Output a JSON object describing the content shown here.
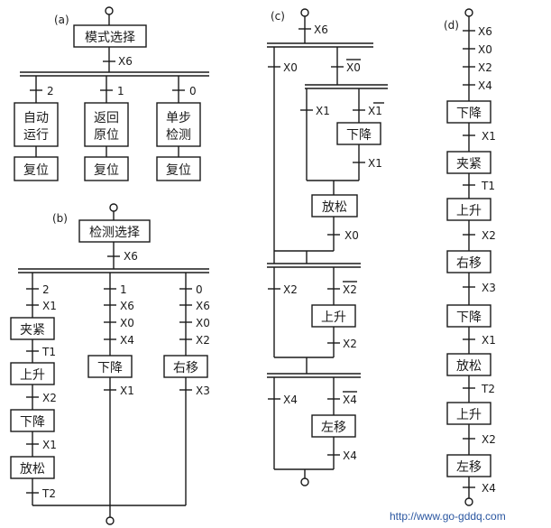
{
  "panels": {
    "a": {
      "label": "(a)",
      "top_step": "模式选择",
      "top_transition": "X6",
      "branches": [
        {
          "condition": "2",
          "step": [
            "自动",
            "运行"
          ],
          "reset": "复位"
        },
        {
          "condition": "1",
          "step": [
            "返回",
            "原位"
          ],
          "reset": "复位"
        },
        {
          "condition": "0",
          "step": [
            "单步",
            "检测"
          ],
          "reset": "复位"
        }
      ]
    },
    "b": {
      "label": "(b)",
      "top_step": "检测选择",
      "top_transition": "X6",
      "branch1": {
        "conditions": [
          "2",
          "X1"
        ],
        "steps": [
          "夹紧",
          "上升",
          "下降",
          "放松"
        ],
        "transitions": [
          "T1",
          "X2",
          "X1",
          "T2"
        ]
      },
      "branch2": {
        "conditions": [
          "1",
          "X6",
          "X0",
          "X4"
        ],
        "step": "下降",
        "after": "X1"
      },
      "branch3": {
        "conditions": [
          "0",
          "X6",
          "X0",
          "X2"
        ],
        "step": "右移",
        "after": "X3"
      }
    },
    "c": {
      "label": "(c)",
      "top_transition": "X6",
      "t1_left": "X0",
      "t1_right": "X0",
      "t2_left": "X1",
      "t2_right": "X1",
      "step_down": "下降",
      "after_down": "X1",
      "step_release": "放松",
      "after_release": "X0",
      "t3_left": "X2",
      "t3_right": "X2",
      "step_up": "上升",
      "after_up": "X2",
      "t4_left": "X4",
      "t4_right": "X4",
      "step_left": "左移",
      "after_left": "X4"
    },
    "d": {
      "label": "(d)",
      "conditions": [
        "X6",
        "X0",
        "X2",
        "X4"
      ],
      "steps": [
        "下降",
        "夹紧",
        "上升",
        "右移",
        "下降",
        "放松",
        "上升",
        "左移"
      ],
      "transitions": [
        "X1",
        "T1",
        "X2",
        "X3",
        "X1",
        "T2",
        "X2",
        "X4"
      ]
    }
  },
  "watermark": "http://www.go-gddq.com"
}
